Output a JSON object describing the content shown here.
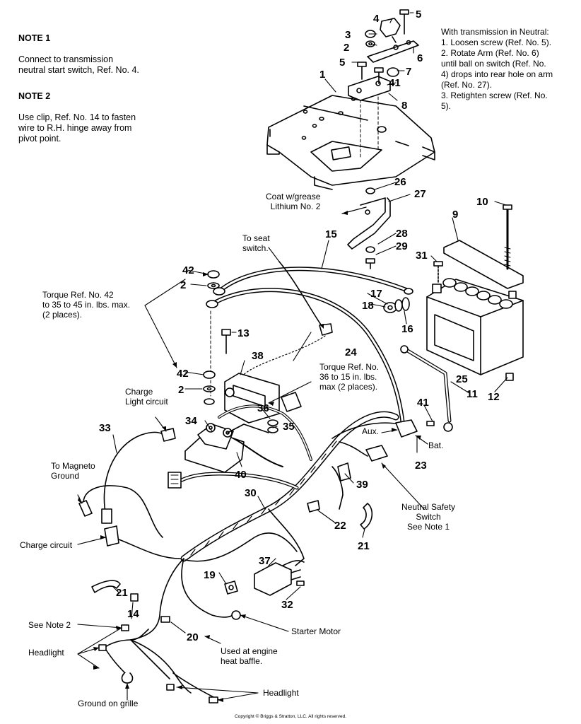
{
  "notes": {
    "note1_title": "NOTE 1",
    "note1_text": "Connect to transmission\nneutral start switch, Ref. No. 4.",
    "note2_title": "NOTE 2",
    "note2_text": "Use clip, Ref. No. 14 to fasten\nwire to R.H. hinge away from\npivot point.",
    "neutral_instructions": "With transmission in Neutral:\n1. Loosen screw (Ref. No. 5).\n2. Rotate Arm (Ref. No. 6)\nuntil ball on switch (Ref. No.\n4) drops into rear hole on arm\n(Ref. No. 27).\n3. Retighten screw (Ref. No.\n5)."
  },
  "callouts": {
    "coat_grease": "Coat w/grease\nLithium No. 2",
    "to_seat_switch": "To seat\nswitch.",
    "torque_42": "Torque Ref. No. 42\nto 35 to 45 in. lbs. max.\n(2 places).",
    "torque_36": "Torque Ref. No.\n36 to 15 in. lbs.\nmax (2 places).",
    "charge_light": "Charge\nLight circuit",
    "to_magneto": "To Magneto\nGround",
    "charge_circuit": "Charge circuit",
    "aux": "Aux.",
    "bat": "Bat.",
    "neutral_safety": "Neutral Safety\nSwitch\nSee Note 1",
    "starter_motor": "Starter Motor",
    "see_note2": "See Note 2",
    "headlight_left": "Headlight",
    "headlight_bottom": "Headlight",
    "engine_baffle": "Used at engine\nheat baffle.",
    "ground_grille": "Ground on grille"
  },
  "part_numbers": [
    "1",
    "2",
    "2",
    "2",
    "3",
    "4",
    "5",
    "5",
    "6",
    "7",
    "8",
    "9",
    "10",
    "11",
    "12",
    "13",
    "14",
    "15",
    "16",
    "17",
    "18",
    "19",
    "20",
    "21",
    "21",
    "22",
    "23",
    "24",
    "25",
    "26",
    "27",
    "28",
    "29",
    "30",
    "31",
    "32",
    "33",
    "34",
    "35",
    "36",
    "37",
    "38",
    "39",
    "40",
    "41",
    "41",
    "42",
    "42"
  ],
  "copyright": "Copyright © Briggs & Stratton, LLC. All rights reserved."
}
